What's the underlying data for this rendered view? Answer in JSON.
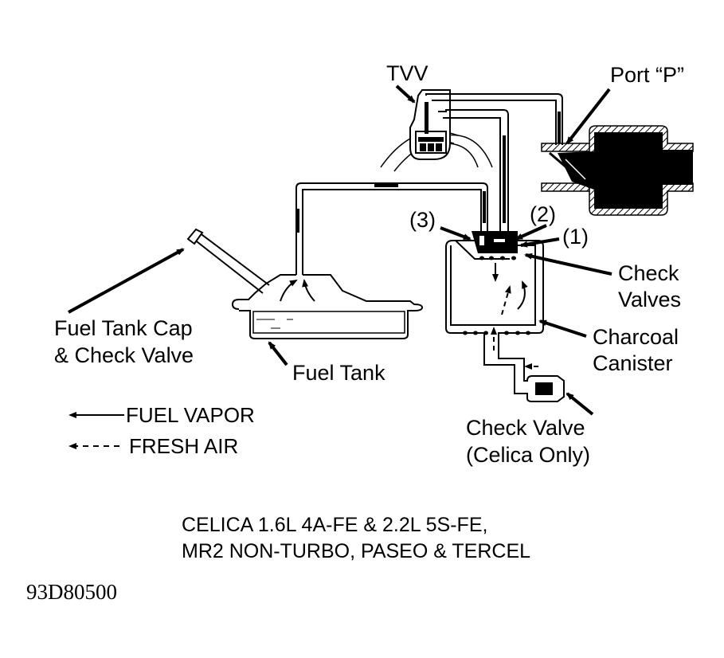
{
  "diagram": {
    "title_lines": [
      "CELICA 1.6L 4A-FE & 2.2L 5S-FE,",
      "MR2 NON-TURBO, PASEO & TERCEL"
    ],
    "figure_code": "93D80500",
    "colors": {
      "ink": "#000000",
      "paper": "#ffffff"
    },
    "labels": {
      "tvv": "TVV",
      "port_p": "Port “P”",
      "num_3": "(3)",
      "num_2": "(2)",
      "num_1": "(1)",
      "check_valves": [
        "Check",
        "Valves"
      ],
      "charcoal_canister": [
        "Charcoal",
        "Canister"
      ],
      "fuel_tank_cap": [
        "Fuel Tank Cap",
        "& Check Valve"
      ],
      "fuel_tank": "Fuel Tank",
      "check_valve_celica": [
        "Check Valve",
        "(Celica Only)"
      ]
    },
    "legend": [
      {
        "label": "FUEL VAPOR",
        "line_style": "solid"
      },
      {
        "label": "FRESH AIR",
        "line_style": "dashed"
      }
    ]
  }
}
